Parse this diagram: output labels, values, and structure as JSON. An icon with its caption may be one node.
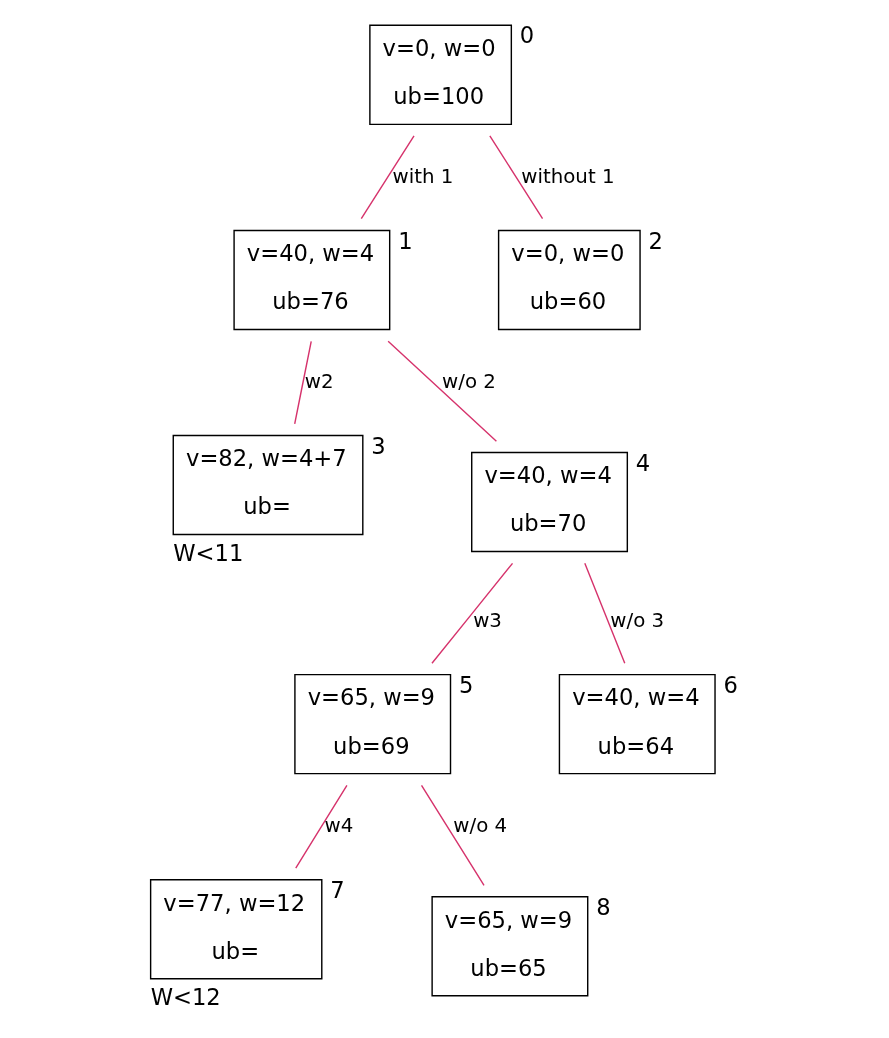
{
  "diagram": {
    "nodes": [
      {
        "text": [
          "v=0, w=0",
          "ub=100"
        ],
        "beside": [
          "0"
        ]
      },
      {
        "text": [
          "v=40, w=4",
          "ub=76"
        ],
        "beside": [
          "1"
        ]
      },
      {
        "text": [
          "v=0, w=0",
          "ub=60"
        ],
        "beside": [
          "2"
        ]
      },
      {
        "text": [
          "v=82, w=4+7",
          "ub="
        ],
        "beside": [
          "3",
          "W<11"
        ]
      },
      {
        "text": [
          "v=40, w=4",
          "ub=70"
        ],
        "beside": [
          "4"
        ]
      },
      {
        "text": [
          "v=65, w=9",
          "ub=69"
        ],
        "beside": [
          "5"
        ]
      },
      {
        "text": [
          "v=40, w=4",
          "ub=64"
        ],
        "beside": [
          "6"
        ]
      },
      {
        "text": [
          "v=77, w=12",
          "ub="
        ],
        "beside": [
          "7",
          "W<12"
        ]
      },
      {
        "text": [
          "v=65, w=9",
          "ub=65"
        ],
        "beside": [
          "8"
        ]
      }
    ],
    "edges": [
      {
        "from": 0,
        "to": 1,
        "arrow": "none",
        "label": "with 1"
      },
      {
        "from": 0,
        "to": 2,
        "arrow": "none",
        "label": "without 1"
      },
      {
        "from": 1,
        "to": 3,
        "arrow": "none",
        "label": "w2"
      },
      {
        "from": 1,
        "to": 4,
        "arrow": "none",
        "label": "w/o 2"
      },
      {
        "from": 4,
        "to": 5,
        "arrow": "none",
        "label": "w3"
      },
      {
        "from": 4,
        "to": 6,
        "arrow": "none",
        "label": "w/o 3"
      },
      {
        "from": 5,
        "to": 7,
        "arrow": "none",
        "label": "w4"
      },
      {
        "from": 5,
        "to": 8,
        "arrow": "none",
        "label": "w/o 4"
      }
    ]
  }
}
